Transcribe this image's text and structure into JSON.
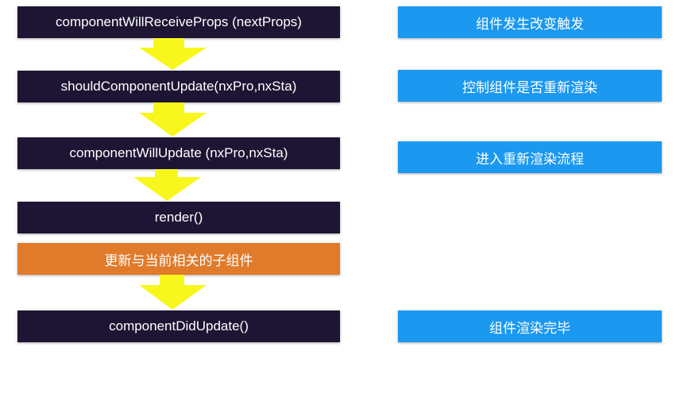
{
  "flow": [
    {
      "label": "componentWillReceiveProps (nextProps)",
      "kind": "lifecycle"
    },
    {
      "label": "shouldComponentUpdate(nxPro,nxSta)",
      "kind": "lifecycle"
    },
    {
      "label": "componentWillUpdate (nxPro,nxSta)",
      "kind": "lifecycle"
    },
    {
      "label": "render()",
      "kind": "lifecycle"
    },
    {
      "label": "更新与当前相关的子组件",
      "kind": "process"
    },
    {
      "label": "componentDidUpdate()",
      "kind": "lifecycle"
    }
  ],
  "notes": [
    {
      "label": "组件发生改变触发"
    },
    {
      "label": "控制组件是否重新渲染"
    },
    {
      "label": "进入重新渲染流程"
    },
    {
      "label": "组件渲染完毕"
    }
  ],
  "colors": {
    "lifecycle": "#1d1533",
    "process": "#e07b2c",
    "note": "#1b98f0",
    "arrow": "#f7f71e"
  }
}
